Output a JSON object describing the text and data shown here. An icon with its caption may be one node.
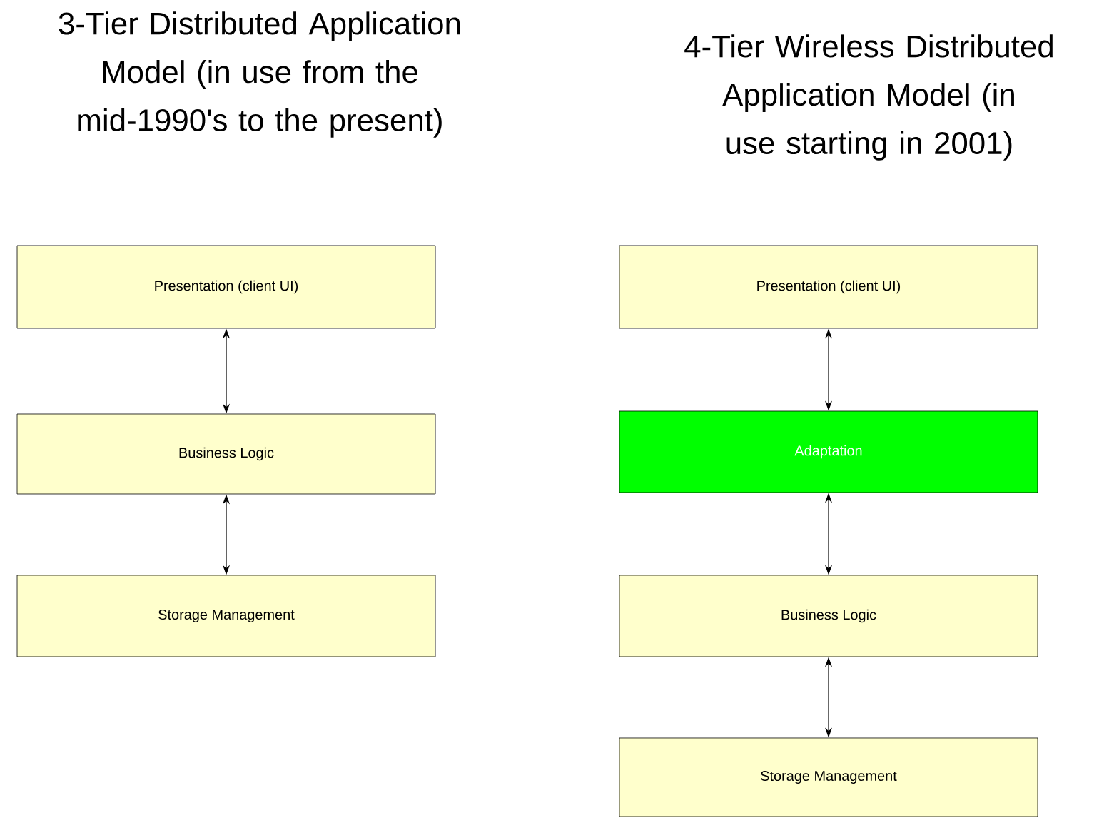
{
  "diagram": {
    "nodes": [
      {
        "text": [
          "Presentation (client UI)"
        ]
      },
      {
        "text": [
          "Business Logic"
        ]
      },
      {
        "text": [
          "Storage Management"
        ]
      },
      {
        "text": [
          "Presentation (client UI)"
        ]
      },
      {
        "text": [
          "Adaptation"
        ]
      },
      {
        "text": [
          "Business Logic"
        ]
      },
      {
        "text": [
          "Storage Management"
        ]
      }
    ],
    "edges": [
      {
        "from": 0,
        "to": 1,
        "arrow": "both"
      },
      {
        "from": 1,
        "to": 2,
        "arrow": "both"
      },
      {
        "from": 3,
        "to": 4,
        "arrow": "both"
      },
      {
        "from": 4,
        "to": 5,
        "arrow": "both"
      },
      {
        "from": 5,
        "to": 6,
        "arrow": "both"
      }
    ],
    "labels": [
      "3-Tier Distributed Application Model (in use from the mid-1990's to the present)",
      "4-Tier Wireless Distributed Application Model (in use starting in 2001)"
    ]
  }
}
